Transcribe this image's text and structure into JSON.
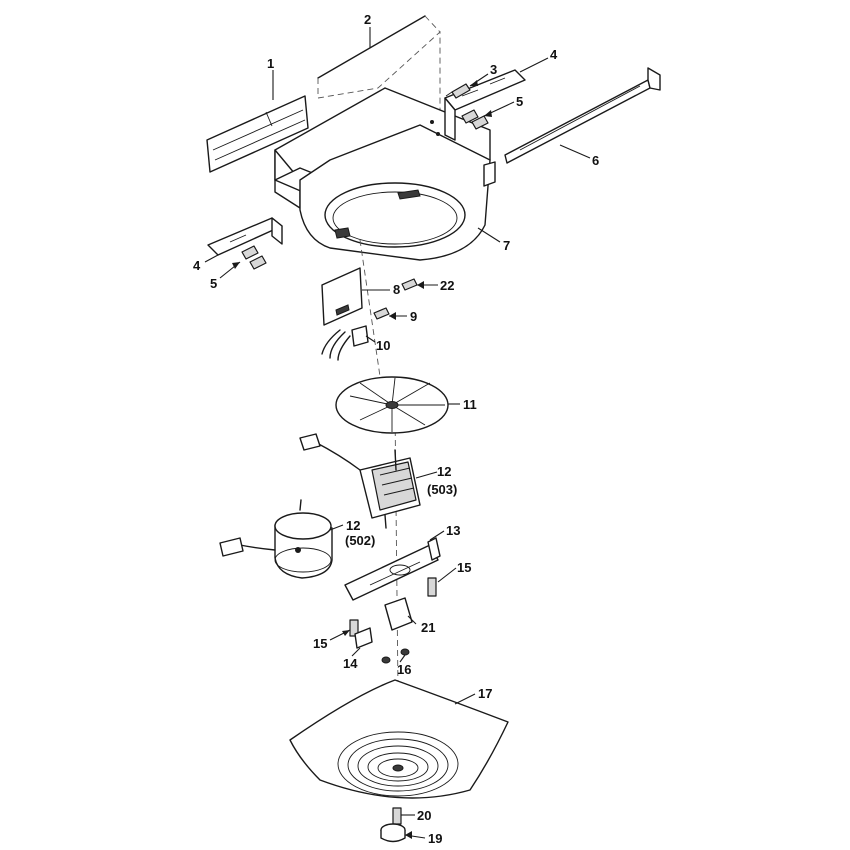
{
  "callouts": {
    "c1": "1",
    "c2": "2",
    "c3": "3",
    "c4a": "4",
    "c4b": "4",
    "c5a": "5",
    "c5b": "5",
    "c6": "6",
    "c7": "7",
    "c8": "8",
    "c9": "9",
    "c10": "10",
    "c11": "11",
    "c12a": "12",
    "c12a_note": "(503)",
    "c12b": "12",
    "c12b_note": "(502)",
    "c13": "13",
    "c14": "14",
    "c15a": "15",
    "c15b": "15",
    "c16": "16",
    "c17": "17",
    "c19": "19",
    "c20": "20",
    "c21": "21",
    "c22": "22"
  }
}
